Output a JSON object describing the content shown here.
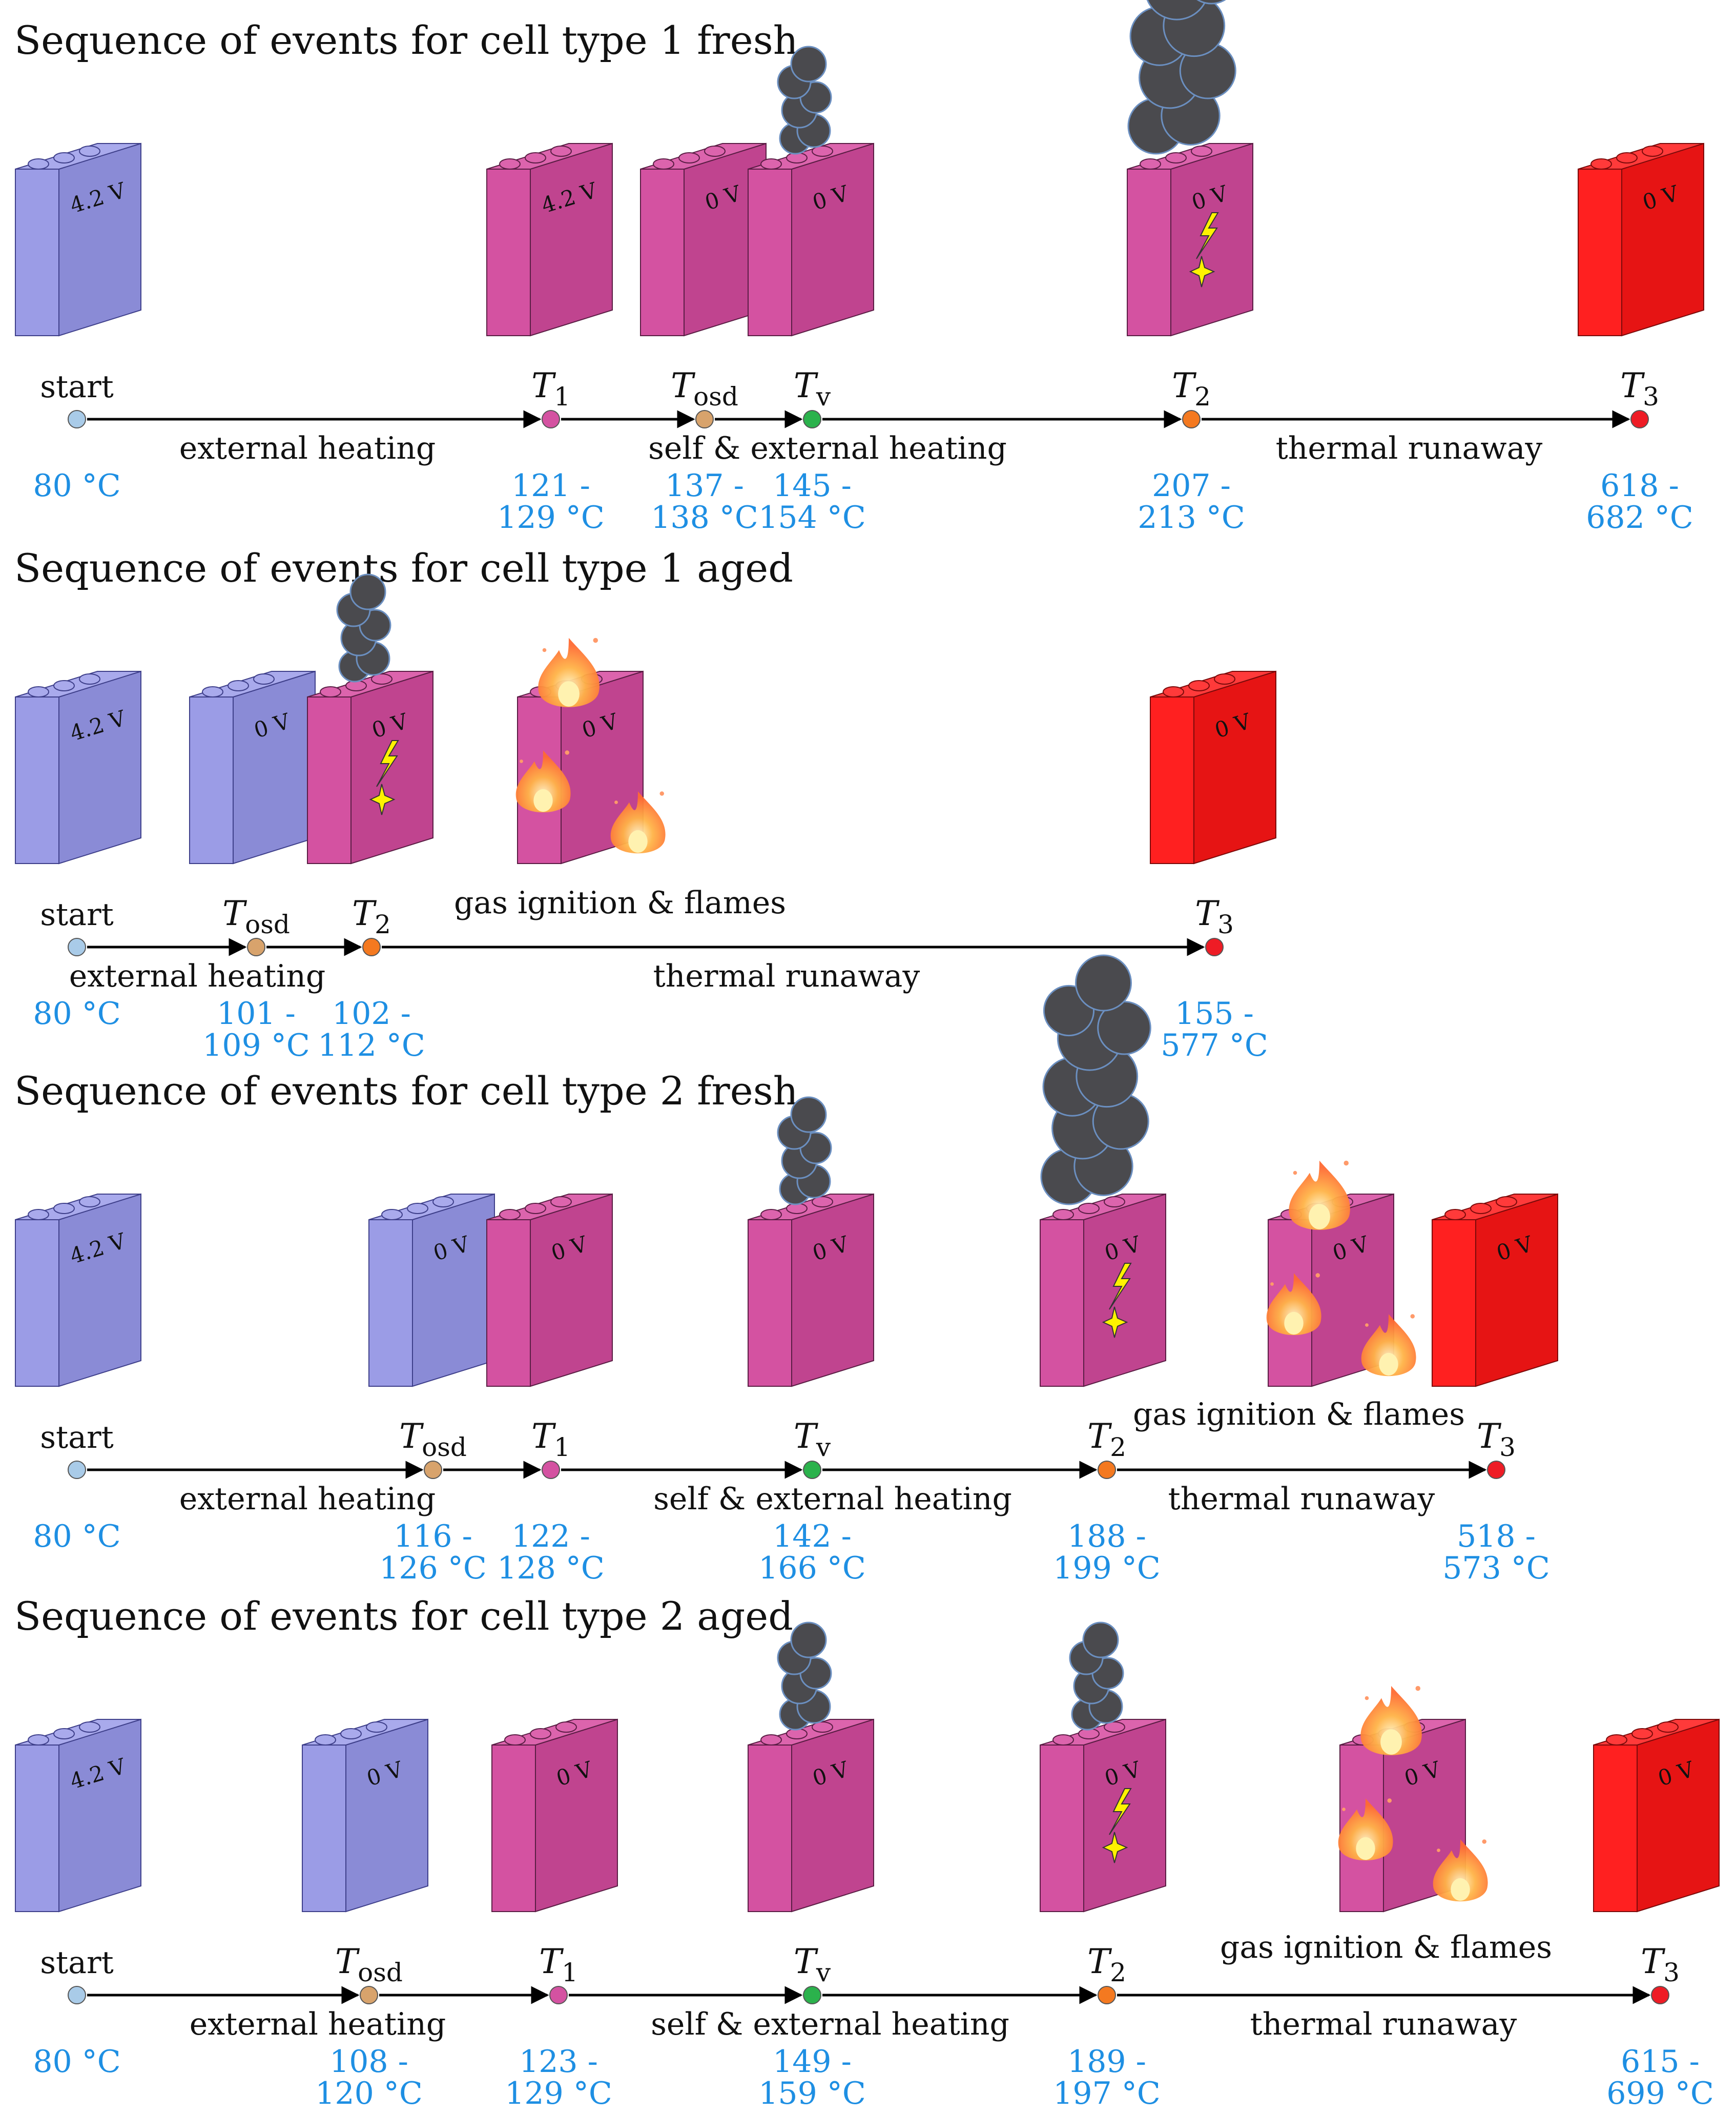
{
  "colors": {
    "blue_cell": "#9b9ce6",
    "pink_cell": "#d452a1",
    "red_cell": "#ff2020",
    "temp_text": "#1e8fe3",
    "smoke": "#4a4a4e"
  },
  "marker_colors": {
    "start": "#a9cbe8",
    "T1": "#d452a1",
    "Tosd": "#d8a36c",
    "Tv": "#2bb24c",
    "T2": "#f47920",
    "T3": "#ee1c25"
  },
  "panels": [
    {
      "title": "Sequence of events for cell type 1 fresh",
      "events": [
        {
          "label": {
            "main": "start",
            "sub": ""
          },
          "marker": "start",
          "temp_line1": "80 °C",
          "temp_line2": ""
        },
        {
          "label": {
            "main": "T",
            "sub": "1"
          },
          "marker": "T1",
          "temp_line1": "121 -",
          "temp_line2": "129 °C"
        },
        {
          "label": {
            "main": "T",
            "sub": "osd"
          },
          "marker": "Tosd",
          "temp_line1": "137 -",
          "temp_line2": "138 °C"
        },
        {
          "label": {
            "main": "T",
            "sub": "v"
          },
          "marker": "Tv",
          "temp_line1": "145 -",
          "temp_line2": "154 °C"
        },
        {
          "label": {
            "main": "T",
            "sub": "2"
          },
          "marker": "T2",
          "temp_line1": "207 -",
          "temp_line2": "213 °C"
        },
        {
          "label": {
            "main": "T",
            "sub": "3"
          },
          "marker": "T3",
          "temp_line1": "618 -",
          "temp_line2": "682 °C"
        }
      ],
      "phases": [
        "external heating",
        "self & external heating",
        "thermal runaway"
      ],
      "extra_label": "",
      "cells": [
        {
          "color": "blue",
          "voltage": "4.2 V",
          "smoke": "none",
          "flames": false,
          "spark": false
        },
        {
          "color": "pink",
          "voltage": "4.2 V",
          "smoke": "none",
          "flames": false,
          "spark": false
        },
        {
          "color": "pink",
          "voltage": "0 V",
          "smoke": "none",
          "flames": false,
          "spark": false
        },
        {
          "color": "pink",
          "voltage": "0 V",
          "smoke": "small",
          "flames": false,
          "spark": false
        },
        {
          "color": "pink",
          "voltage": "0 V",
          "smoke": "large",
          "flames": false,
          "spark": true
        },
        {
          "color": "red",
          "voltage": "0 V",
          "smoke": "none",
          "flames": false,
          "spark": false
        }
      ]
    },
    {
      "title": "Sequence of events for cell type 1 aged",
      "events": [
        {
          "label": {
            "main": "start",
            "sub": ""
          },
          "marker": "start",
          "temp_line1": "80 °C",
          "temp_line2": ""
        },
        {
          "label": {
            "main": "T",
            "sub": "osd"
          },
          "marker": "Tosd",
          "temp_line1": "101 -",
          "temp_line2": "109 °C"
        },
        {
          "label": {
            "main": "T",
            "sub": "2"
          },
          "marker": "T2",
          "temp_line1": "102 -",
          "temp_line2": "112 °C"
        },
        {
          "label": {
            "main": "T",
            "sub": "3"
          },
          "marker": "T3",
          "temp_line1": "155 -",
          "temp_line2": "577 °C"
        }
      ],
      "phases": [
        "external heating",
        "thermal runaway"
      ],
      "extra_label": "gas ignition & flames",
      "cells": [
        {
          "color": "blue",
          "voltage": "4.2 V",
          "smoke": "none",
          "flames": false,
          "spark": false
        },
        {
          "color": "blue",
          "voltage": "0 V",
          "smoke": "none",
          "flames": false,
          "spark": false
        },
        {
          "color": "pink",
          "voltage": "0 V",
          "smoke": "small",
          "flames": false,
          "spark": true
        },
        {
          "color": "pink",
          "voltage": "0 V",
          "smoke": "none",
          "flames": true,
          "spark": false
        },
        {
          "color": "red",
          "voltage": "0 V",
          "smoke": "none",
          "flames": false,
          "spark": false
        }
      ]
    },
    {
      "title": "Sequence of events for cell type 2 fresh",
      "events": [
        {
          "label": {
            "main": "start",
            "sub": ""
          },
          "marker": "start",
          "temp_line1": "80 °C",
          "temp_line2": ""
        },
        {
          "label": {
            "main": "T",
            "sub": "osd"
          },
          "marker": "Tosd",
          "temp_line1": "116 -",
          "temp_line2": "126 °C"
        },
        {
          "label": {
            "main": "T",
            "sub": "1"
          },
          "marker": "T1",
          "temp_line1": "122 -",
          "temp_line2": "128 °C"
        },
        {
          "label": {
            "main": "T",
            "sub": "v"
          },
          "marker": "Tv",
          "temp_line1": "142 -",
          "temp_line2": "166 °C"
        },
        {
          "label": {
            "main": "T",
            "sub": "2"
          },
          "marker": "T2",
          "temp_line1": "188 -",
          "temp_line2": "199 °C"
        },
        {
          "label": {
            "main": "T",
            "sub": "3"
          },
          "marker": "T3",
          "temp_line1": "518 -",
          "temp_line2": "573 °C"
        }
      ],
      "phases": [
        "external heating",
        "self & external heating",
        "thermal runaway"
      ],
      "extra_label": "gas ignition & flames",
      "cells": [
        {
          "color": "blue",
          "voltage": "4.2 V",
          "smoke": "none",
          "flames": false,
          "spark": false
        },
        {
          "color": "blue",
          "voltage": "0 V",
          "smoke": "none",
          "flames": false,
          "spark": false
        },
        {
          "color": "pink",
          "voltage": "0 V",
          "smoke": "none",
          "flames": false,
          "spark": false
        },
        {
          "color": "pink",
          "voltage": "0 V",
          "smoke": "small",
          "flames": false,
          "spark": false
        },
        {
          "color": "pink",
          "voltage": "0 V",
          "smoke": "large",
          "flames": false,
          "spark": true
        },
        {
          "color": "pink",
          "voltage": "0 V",
          "smoke": "none",
          "flames": true,
          "spark": false
        },
        {
          "color": "red",
          "voltage": "0 V",
          "smoke": "none",
          "flames": false,
          "spark": false
        }
      ]
    },
    {
      "title": "Sequence of events for cell type 2 aged",
      "events": [
        {
          "label": {
            "main": "start",
            "sub": ""
          },
          "marker": "start",
          "temp_line1": "80 °C",
          "temp_line2": ""
        },
        {
          "label": {
            "main": "T",
            "sub": "osd"
          },
          "marker": "Tosd",
          "temp_line1": "108 -",
          "temp_line2": "120 °C"
        },
        {
          "label": {
            "main": "T",
            "sub": "1"
          },
          "marker": "T1",
          "temp_line1": "123 -",
          "temp_line2": "129 °C"
        },
        {
          "label": {
            "main": "T",
            "sub": "v"
          },
          "marker": "Tv",
          "temp_line1": "149 -",
          "temp_line2": "159 °C"
        },
        {
          "label": {
            "main": "T",
            "sub": "2"
          },
          "marker": "T2",
          "temp_line1": "189 -",
          "temp_line2": "197 °C"
        },
        {
          "label": {
            "main": "T",
            "sub": "3"
          },
          "marker": "T3",
          "temp_line1": "615 -",
          "temp_line2": "699 °C"
        }
      ],
      "phases": [
        "external heating",
        "self & external heating",
        "thermal runaway"
      ],
      "extra_label": "gas ignition & flames",
      "cells": [
        {
          "color": "blue",
          "voltage": "4.2 V",
          "smoke": "none",
          "flames": false,
          "spark": false
        },
        {
          "color": "blue",
          "voltage": "0 V",
          "smoke": "none",
          "flames": false,
          "spark": false
        },
        {
          "color": "pink",
          "voltage": "0 V",
          "smoke": "none",
          "flames": false,
          "spark": false
        },
        {
          "color": "pink",
          "voltage": "0 V",
          "smoke": "small",
          "flames": false,
          "spark": false
        },
        {
          "color": "pink",
          "voltage": "0 V",
          "smoke": "small",
          "flames": false,
          "spark": true
        },
        {
          "color": "pink",
          "voltage": "0 V",
          "smoke": "none",
          "flames": true,
          "spark": false
        },
        {
          "color": "red",
          "voltage": "0 V",
          "smoke": "none",
          "flames": false,
          "spark": false
        }
      ]
    }
  ]
}
